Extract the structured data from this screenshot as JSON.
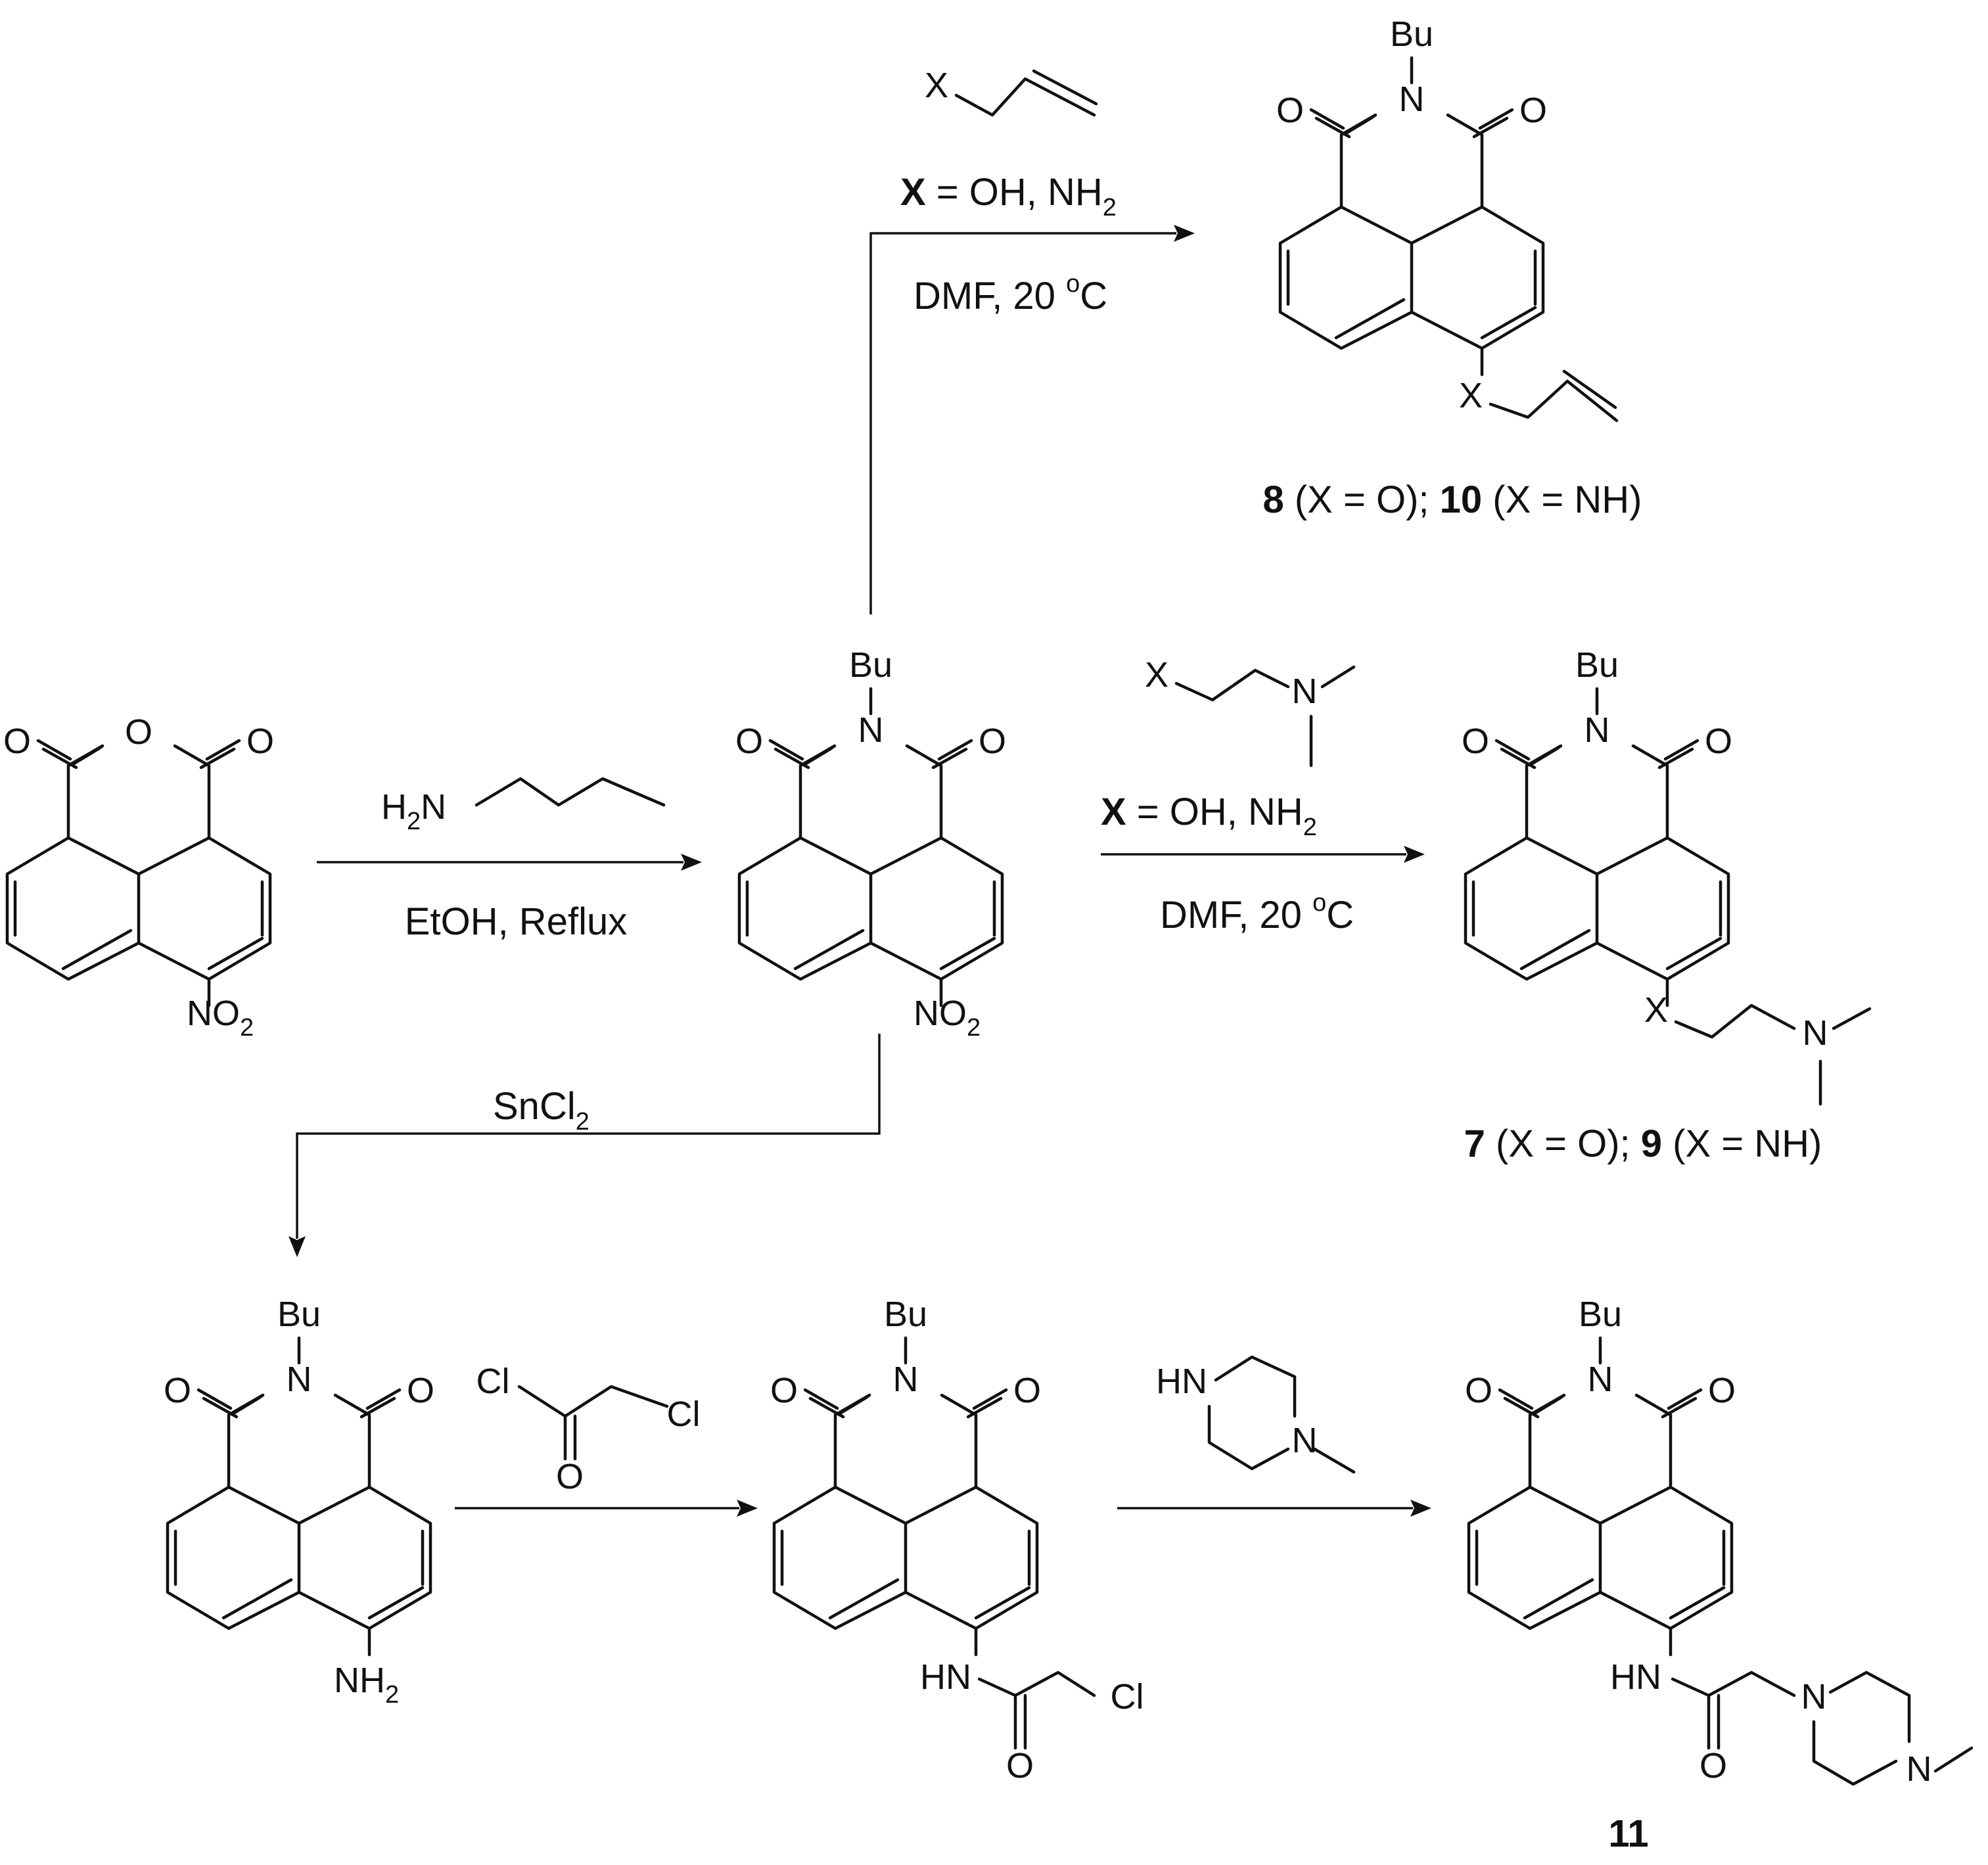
{
  "atoms": {
    "O": "O",
    "N": "N",
    "Bu": "Bu",
    "Cl": "Cl",
    "X": "X",
    "NO": "NO",
    "NH": "NH",
    "HN": "HN",
    "H": "H",
    "sub2": "2"
  },
  "reagents": {
    "butylamine_cond": "EtOH, Reflux",
    "allyl_x_eq": "X",
    "allyl_x_vals": " = OH, NH",
    "allyl_cond": "DMF, 20 ",
    "allyl_deg": "o",
    "allyl_c": "C",
    "dmae_x_eq": "X",
    "dmae_x_vals": " = OH, NH",
    "dmae_cond": "DMF, 20 ",
    "dmae_deg": "o",
    "dmae_c": "C",
    "sncl": "SnCl"
  },
  "compound_labels": {
    "c8": "8",
    "c8_x": " (X = O); ",
    "c10": "10",
    "c10_x": " (X = NH)",
    "c7": "7",
    "c7_x": " (X = O); ",
    "c9": "9",
    "c9_x": " (X = NH)",
    "c11": "11"
  }
}
